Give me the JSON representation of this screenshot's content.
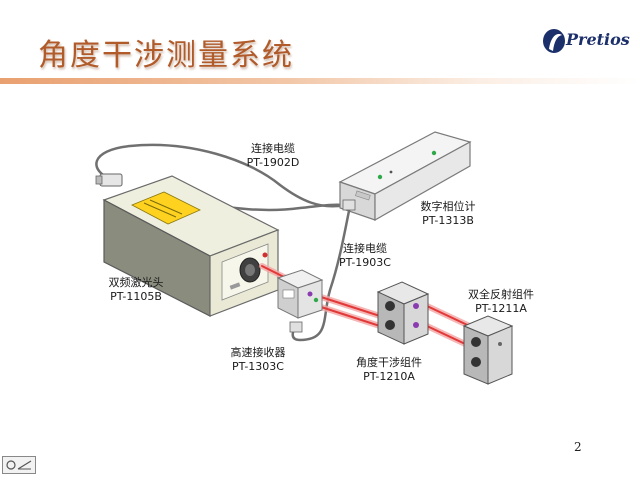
{
  "title": "角度干涉测量系统",
  "logo": {
    "text": "Pretios",
    "icon": "pretios-logo-icon"
  },
  "page_number": "2",
  "labels": {
    "cable_1902d": {
      "name": "连接电缆",
      "model": "PT-1902D"
    },
    "phase_meter": {
      "name": "数字相位计",
      "model": "PT-1313B"
    },
    "cable_1903c": {
      "name": "连接电缆",
      "model": "PT-1903C"
    },
    "laser_head": {
      "name": "双频激光头",
      "model": "PT-1105B"
    },
    "retroreflector": {
      "name": "双全反射组件",
      "model": "PT-1211A"
    },
    "receiver": {
      "name": "高速接收器",
      "model": "PT-1303C"
    },
    "angular_interferometer": {
      "name": "角度干涉组件",
      "model": "PT-1210A"
    }
  },
  "colors": {
    "title": "#b15a2a",
    "beam": "#e83c3c",
    "logo": "#1b2f6b"
  }
}
